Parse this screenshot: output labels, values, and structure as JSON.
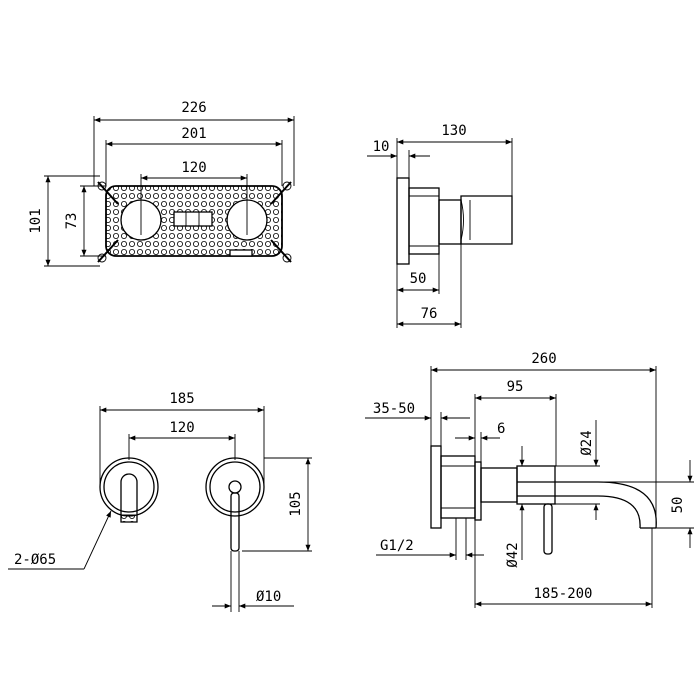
{
  "views": {
    "front_box": {
      "d_width_total": "226",
      "d_width_inner": "201",
      "d_center": "120",
      "d_height_total": "101",
      "d_height_inner": "73"
    },
    "side_box": {
      "d_depth": "130",
      "d_flange": "10",
      "d_min": "50",
      "d_max": "76"
    },
    "front_trim": {
      "d_width": "185",
      "d_center": "120",
      "d_height": "105",
      "d_plates": "2-Ø65",
      "d_lever": "Ø10"
    },
    "side_trim": {
      "d_length": "260",
      "d_wall": "35-50",
      "d_handle": "95",
      "d_plate": "6",
      "d_body": "Ø24",
      "d_drop": "50",
      "d_thread": "G1/2",
      "d_rosette": "Ø42",
      "d_reach": "185-200"
    }
  }
}
